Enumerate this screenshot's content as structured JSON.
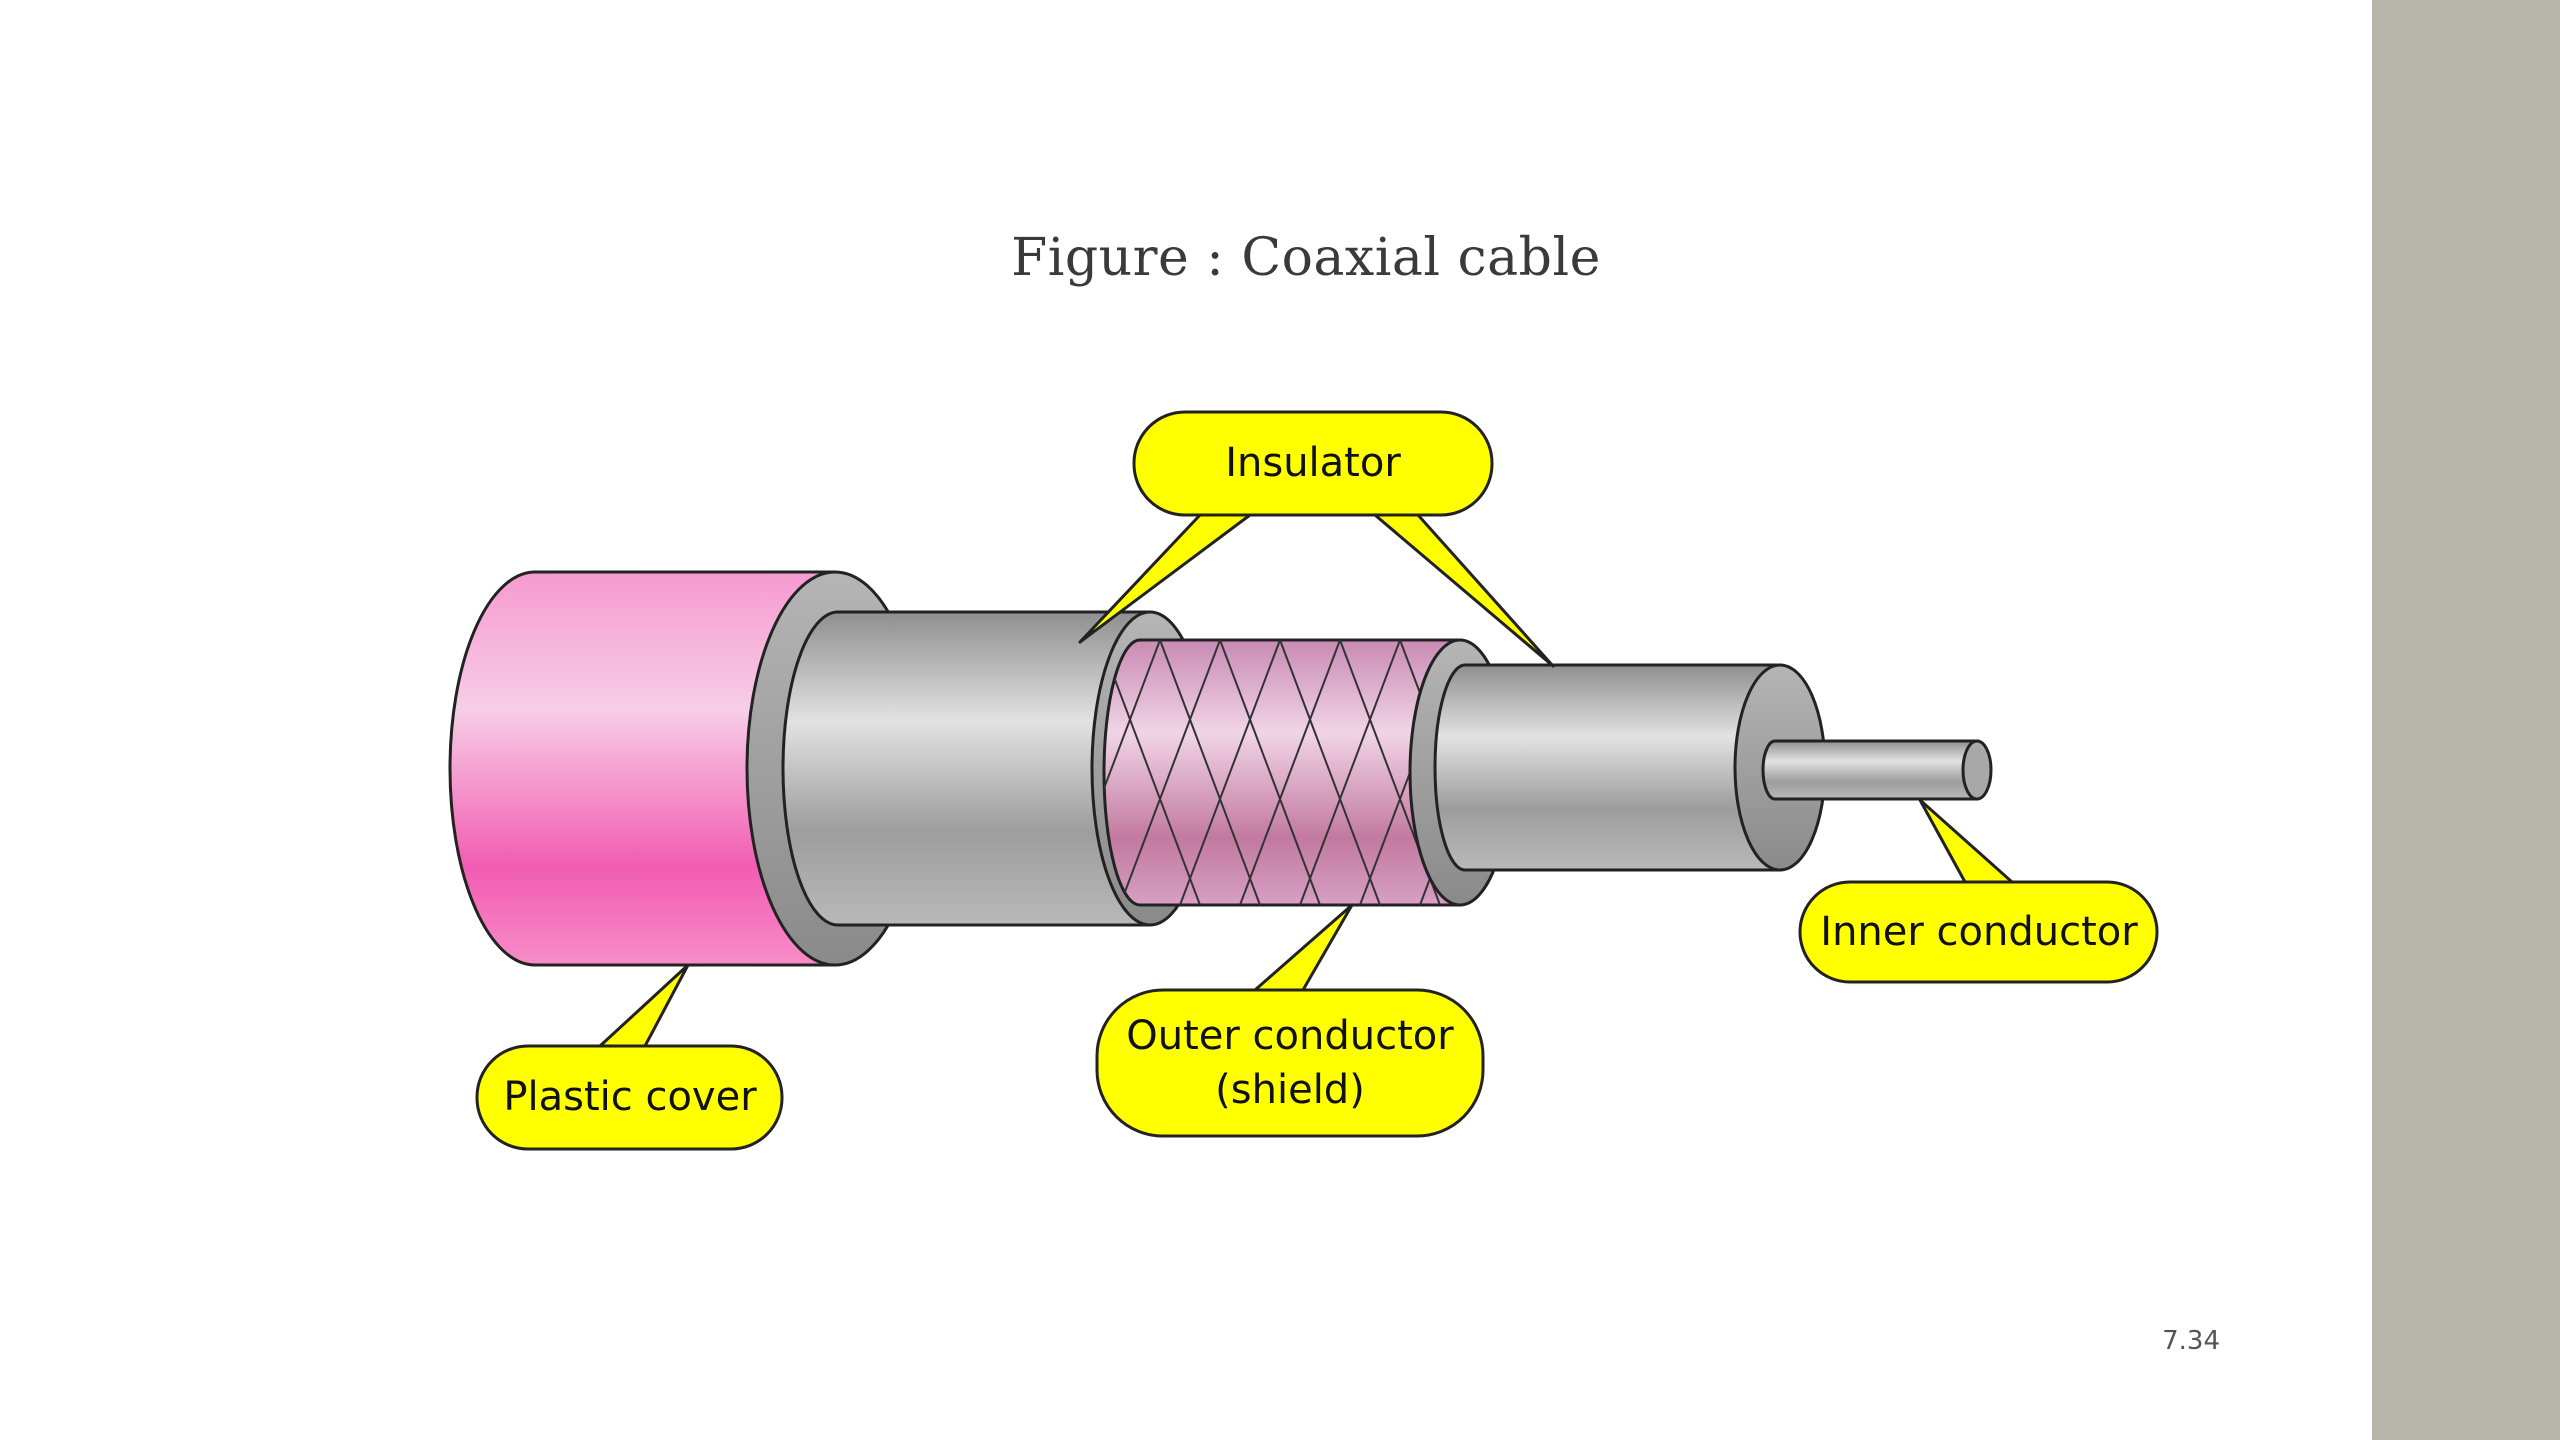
{
  "slide": {
    "title": "Figure : Coaxial cable",
    "page_number": "7.34"
  },
  "diagram": {
    "labels": {
      "insulator": "Insulator",
      "plastic_cover": "Plastic cover",
      "outer_conductor_line1": "Outer conductor",
      "outer_conductor_line2": "(shield)",
      "inner_conductor": "Inner conductor"
    },
    "colors": {
      "plastic_cover": "#f27dc2",
      "metal_gray": "#9a9a9a",
      "shield": "#d39bc2",
      "callout": "#ffff00",
      "background_sidebar": "#b7b4a9"
    }
  }
}
